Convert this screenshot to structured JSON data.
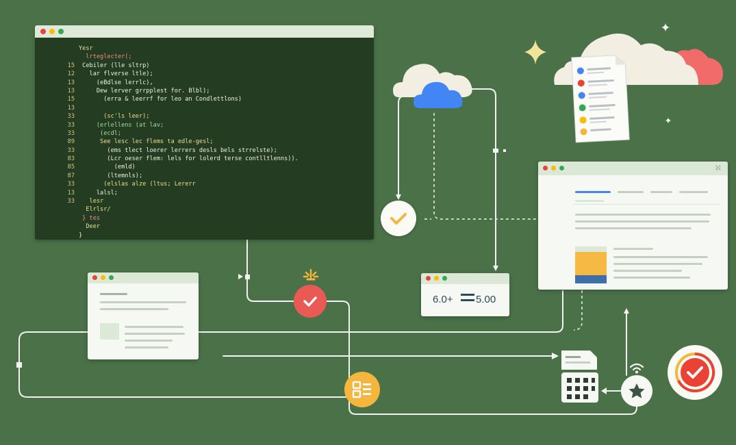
{
  "code_editor": {
    "lines": [
      {
        "num": "",
        "text": "Yesr",
        "cls": "t-y"
      },
      {
        "num": "",
        "text": "  lrteglecter(;",
        "cls": "t-r"
      },
      {
        "num": "15",
        "text": " Cebiler (lle sltrp)",
        "cls": "t-w"
      },
      {
        "num": "12",
        "text": "   lar flverse ltle);",
        "cls": "t-w"
      },
      {
        "num": "13",
        "text": "     (eBdlse lerrlc),",
        "cls": "t-w"
      },
      {
        "num": "13",
        "text": "     Dew lerver grrpplest for. Blbl);",
        "cls": "t-w"
      },
      {
        "num": "15",
        "text": "       (erra & leerrf for leo an Condlettlons)",
        "cls": "t-w"
      },
      {
        "num": "13",
        "text": "",
        "cls": "t-w"
      },
      {
        "num": "33",
        "text": "       (sc'ls leer);",
        "cls": "t-y"
      },
      {
        "num": "33",
        "text": "     (erlellens (at lav;",
        "cls": "t-g"
      },
      {
        "num": "33",
        "text": "      (ecdl;",
        "cls": "t-g"
      },
      {
        "num": "89",
        "text": "      See lesc lec flems ta edle-gesl;",
        "cls": "t-y"
      },
      {
        "num": "33",
        "text": "        (ems tlect loerer lerrers desls bels strrelste);",
        "cls": "t-w"
      },
      {
        "num": "83",
        "text": "        (Lcr oeser flem: lels for lolerd terse contlltlenns)).",
        "cls": "t-w"
      },
      {
        "num": "85",
        "text": "          (emld)",
        "cls": "t-w"
      },
      {
        "num": "87",
        "text": "        (ltemnls);",
        "cls": "t-w"
      },
      {
        "num": "33",
        "text": "       (elslas alze (ltus; Lererr",
        "cls": "t-y"
      },
      {
        "num": "13",
        "text": "     lalsl;",
        "cls": "t-w"
      },
      {
        "num": "33",
        "text": "   lesr",
        "cls": "t-y"
      },
      {
        "num": "",
        "text": "  Elrlsr/",
        "cls": "t-y"
      },
      {
        "num": "",
        "text": " } tes",
        "cls": "t-r"
      },
      {
        "num": "",
        "text": "  Deer",
        "cls": "t-y"
      },
      {
        "num": "",
        "text": "}",
        "cls": "t-w"
      }
    ]
  },
  "value_window": {
    "value_left": "6.0+",
    "value_right": "5.00"
  },
  "right_window": {
    "close_label": "ℵ"
  },
  "colors": {
    "background": "#4b7149",
    "red": "#ea4335",
    "yellow": "#fbbc05",
    "green": "#34a853",
    "blue": "#4285f4",
    "orange": "#f4b63c"
  }
}
